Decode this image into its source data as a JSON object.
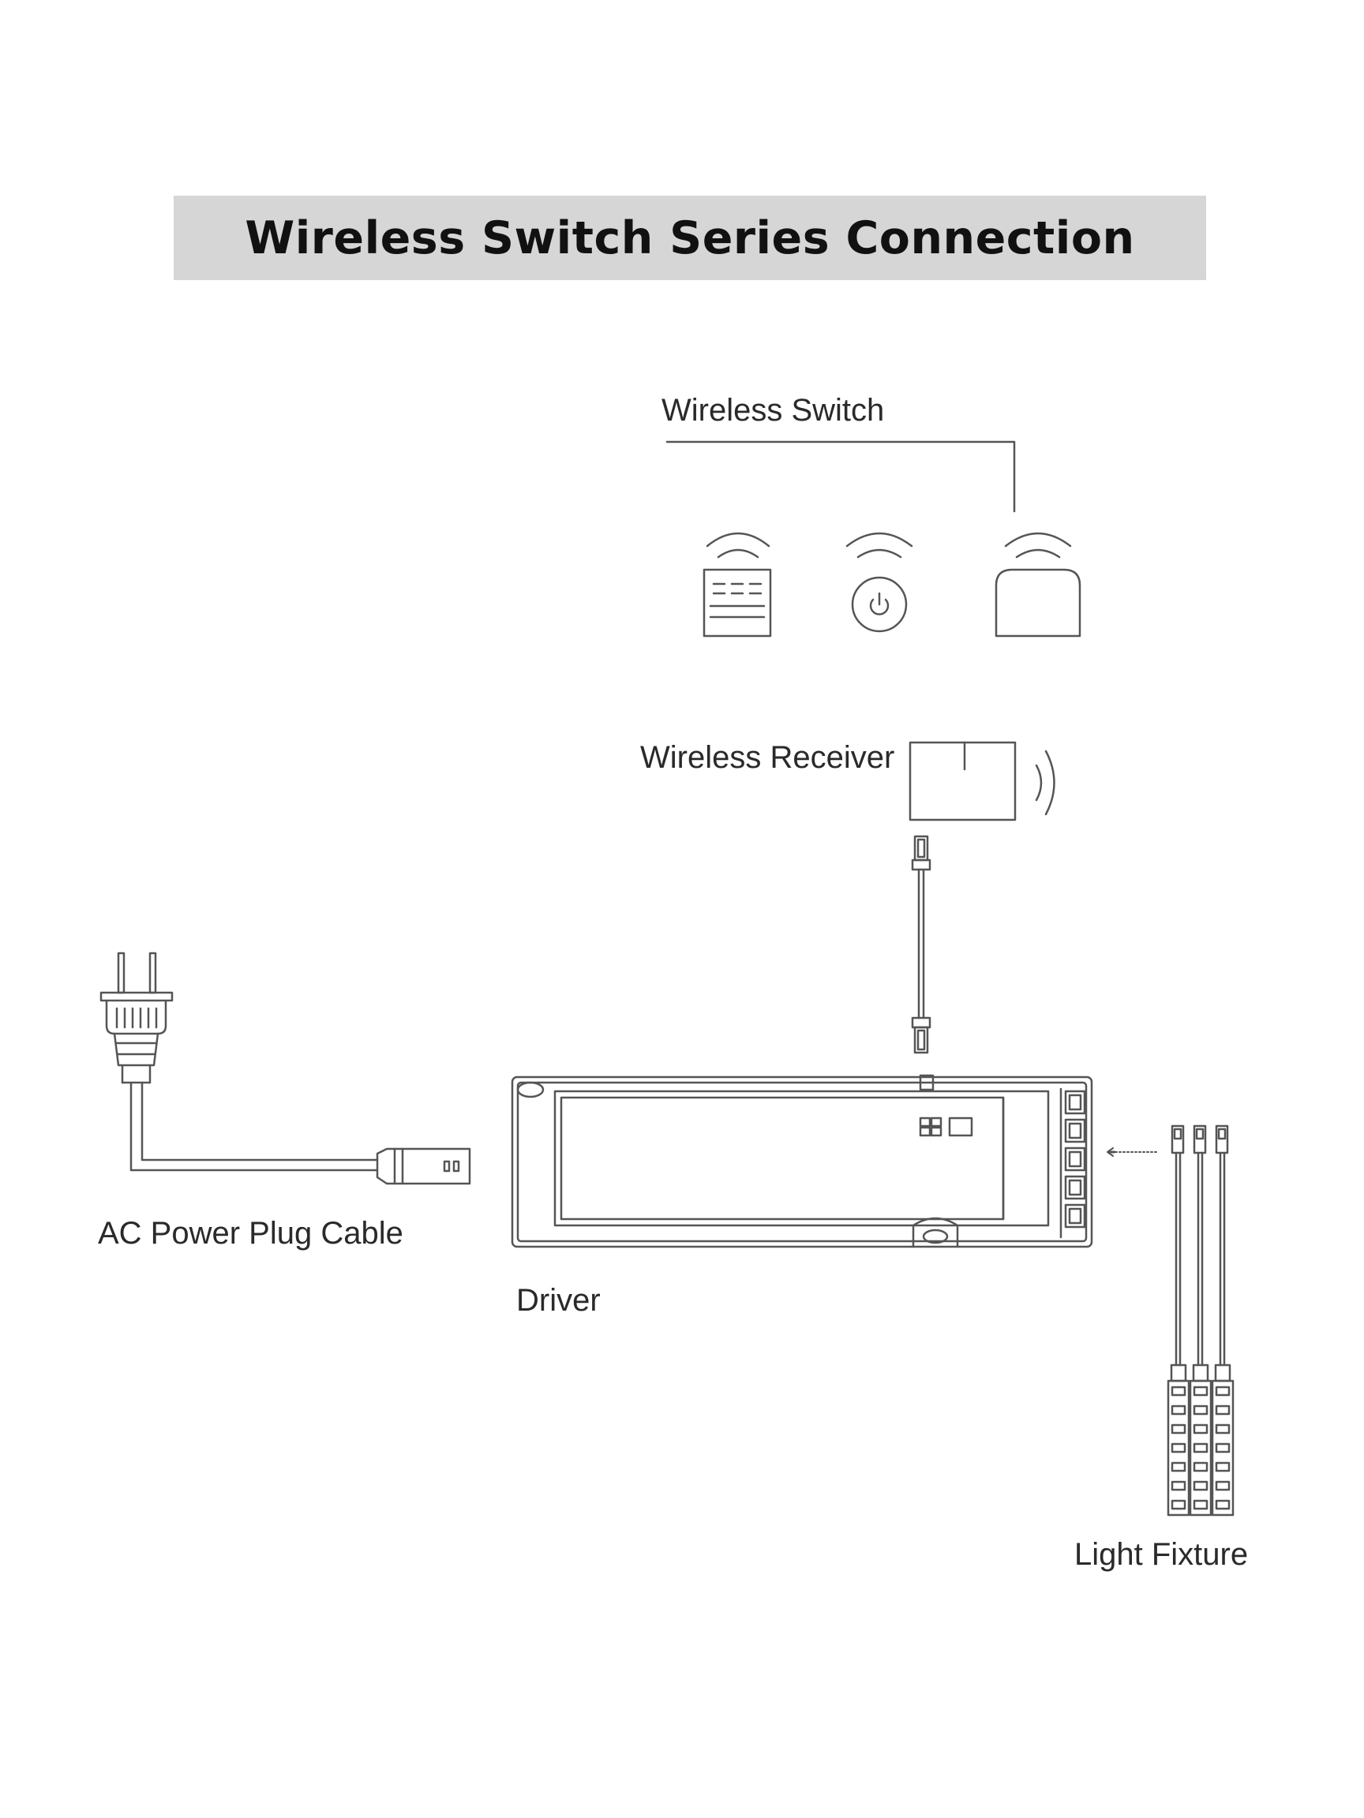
{
  "title": "Wireless Switch Series Connection",
  "labels": {
    "wireless_switch": "Wireless Switch",
    "wireless_receiver": "Wireless Receiver",
    "ac_power_plug_cable": "AC Power Plug Cable",
    "driver": "Driver",
    "light_fixture": "Light Fixture"
  },
  "colors": {
    "title_bar": "#d6d6d6",
    "line": "#555555"
  },
  "components": [
    {
      "icon": "remote-control-icon"
    },
    {
      "icon": "power-button-switch-icon"
    },
    {
      "icon": "touch-dimmer-icon"
    },
    {
      "icon": "receiver-box-icon"
    },
    {
      "icon": "ac-plug-icon"
    },
    {
      "icon": "driver-box-icon"
    },
    {
      "icon": "led-strip-icon"
    }
  ]
}
